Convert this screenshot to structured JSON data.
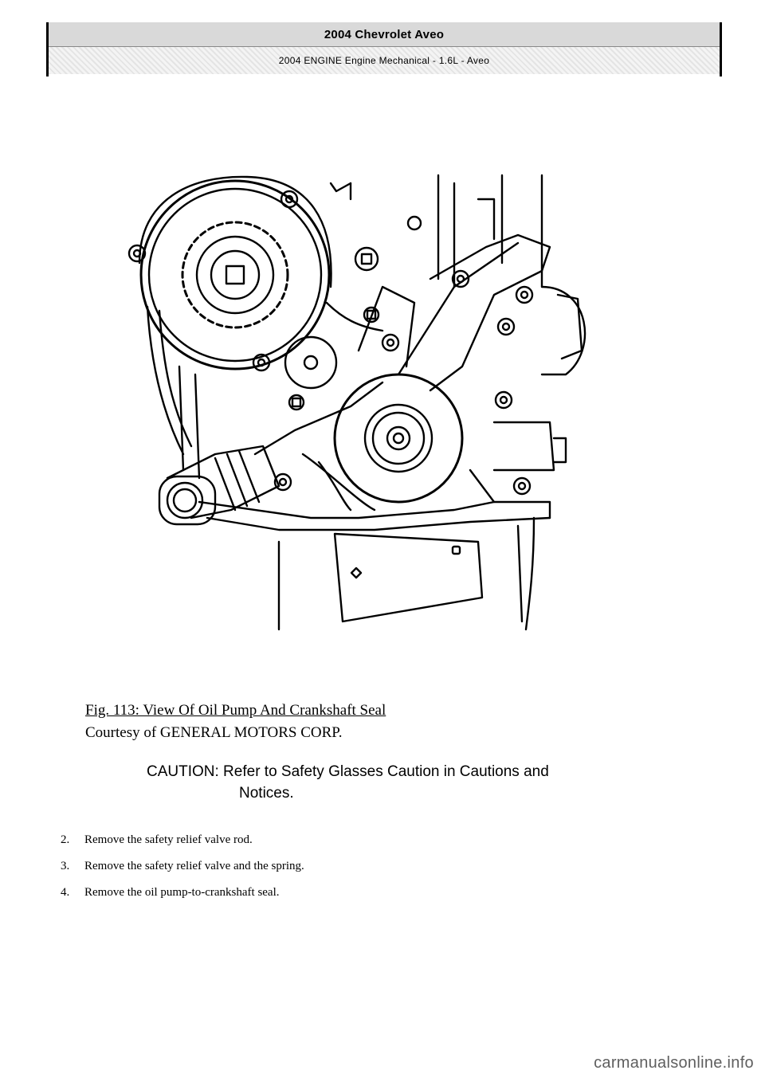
{
  "header": {
    "title": "2004 Chevrolet Aveo",
    "subtitle": "2004 ENGINE Engine Mechanical - 1.6L - Aveo"
  },
  "figure": {
    "caption": "Fig. 113: View Of Oil Pump And Crankshaft Seal",
    "courtesy": "Courtesy of GENERAL MOTORS CORP."
  },
  "caution": {
    "line1": "CAUTION: Refer to Safety Glasses Caution in Cautions and",
    "line2": "Notices."
  },
  "steps": [
    {
      "num": "2.",
      "text": "Remove the safety relief valve rod."
    },
    {
      "num": "3.",
      "text": "Remove the safety relief valve and the spring."
    },
    {
      "num": "4.",
      "text": "Remove the oil pump-to-crankshaft seal."
    }
  ],
  "watermark": "carmanualsonline.info"
}
